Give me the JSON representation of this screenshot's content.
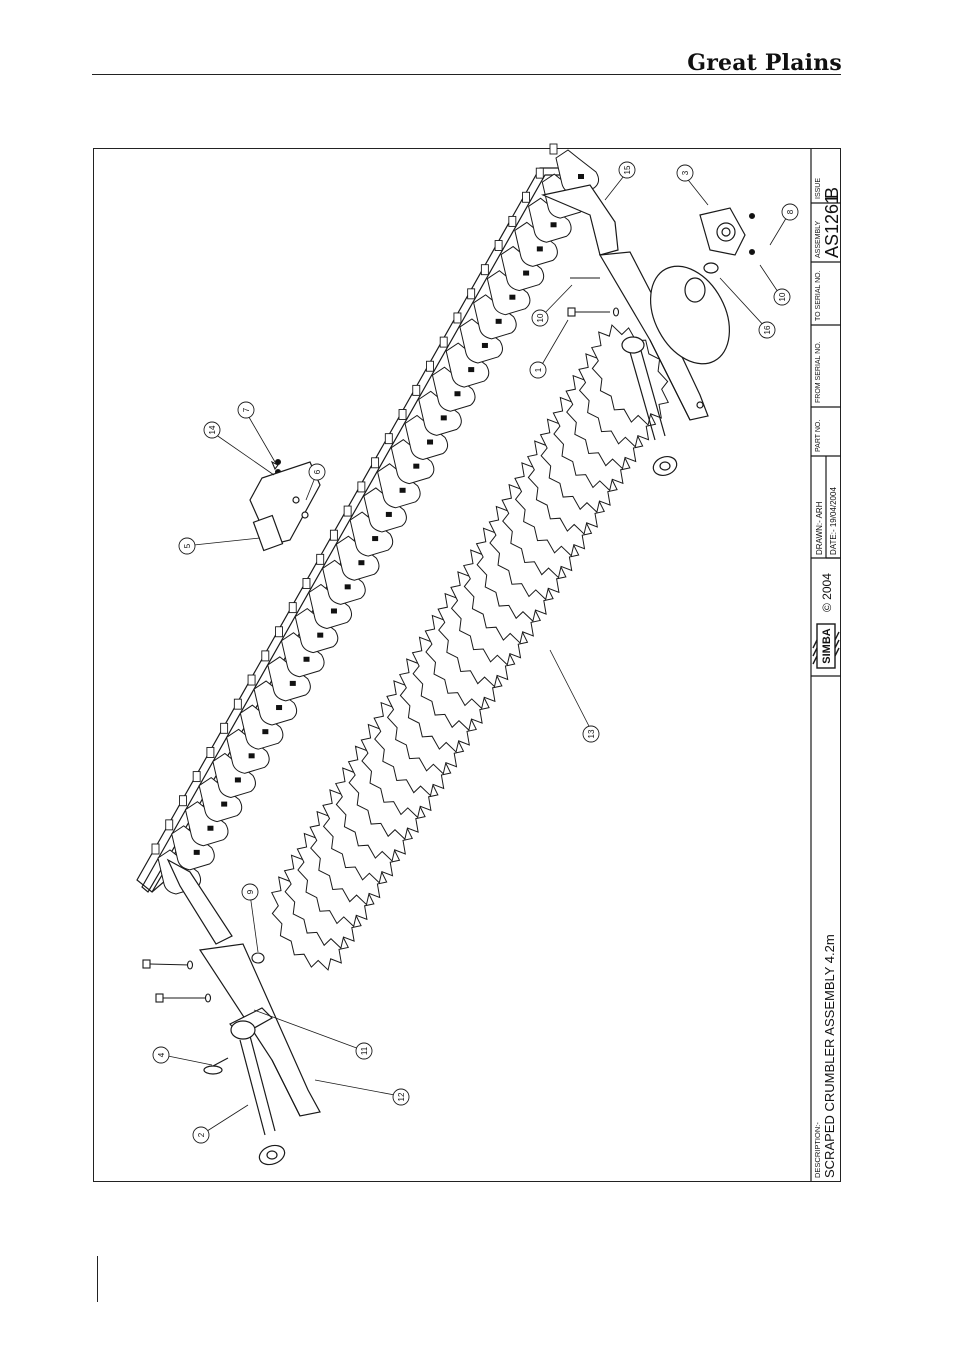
{
  "header": {
    "brand": "Great Plains"
  },
  "title_block": {
    "description_label": "DESCRIPTION:-",
    "description": "SCRAPED CRUMBLER ASSEMBLY 4.2m",
    "logo": "SIMBA",
    "copyright": "© 2004",
    "drawn": "DRAWN:- ARH",
    "date": "DATE:- 19/04/2004",
    "part_no_label": "PART NO.",
    "from_serial_label": "FROM SERIAL NO.",
    "to_serial_label": "TO SERIAL NO.",
    "assembly_label": "ASSEMBLY",
    "assembly_no": "AS1261",
    "issue_label": "ISSUE",
    "issue": "B"
  },
  "callouts": [
    "1",
    "2",
    "3",
    "4",
    "5",
    "6",
    "7",
    "8",
    "9",
    "10",
    "10",
    "11",
    "12",
    "13",
    "14",
    "15",
    "16"
  ],
  "colors": {
    "line": "#1a1a1a",
    "fill": "#ffffff",
    "hole": "#111111"
  }
}
